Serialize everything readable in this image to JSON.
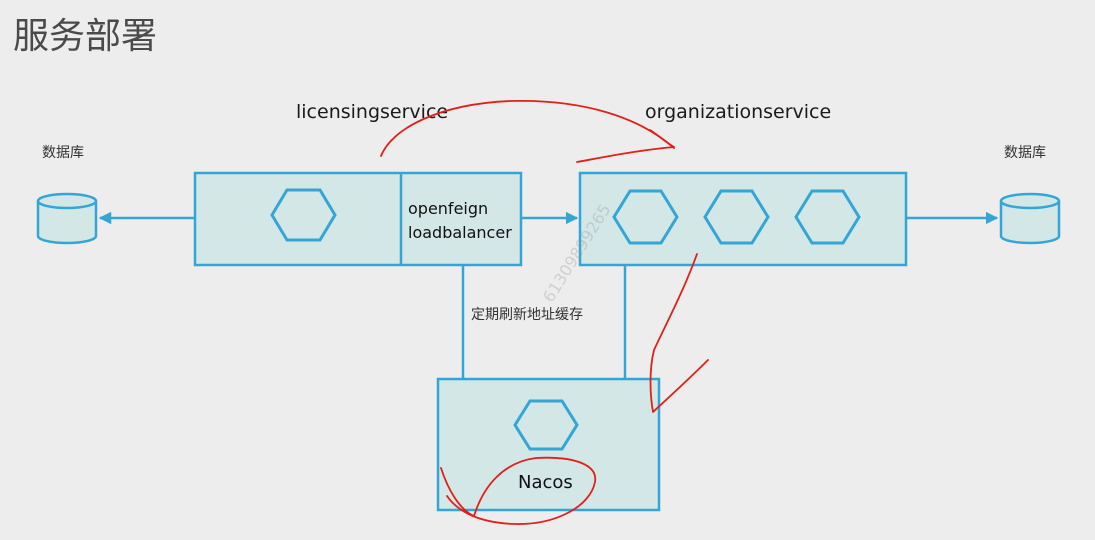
{
  "slide": {
    "title": "服务部署",
    "watermark": "61309899265"
  },
  "services": {
    "licensing": {
      "name": "licensingservice",
      "inner_line1": "openfeign",
      "inner_line2": "loadbalancer"
    },
    "organization": {
      "name": "organizationservice"
    }
  },
  "databases": {
    "left_label": "数据库",
    "right_label": "数据库"
  },
  "edges": {
    "registry_refresh_label": "定期刷新地址缓存"
  },
  "registry": {
    "name": "Nacos"
  },
  "colors": {
    "background": "#ededed",
    "box_fill": "#d3e7e7",
    "line": "#33a6d6",
    "annotation_ink": "#e0201a"
  }
}
